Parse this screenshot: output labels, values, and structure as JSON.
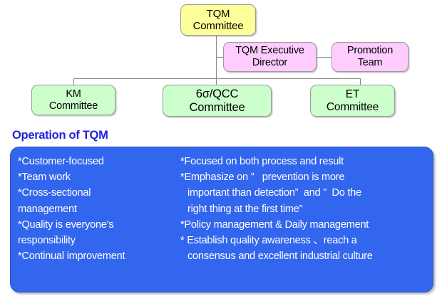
{
  "chart": {
    "nodes": [
      {
        "id": "tqm-committee",
        "label": "TQM\nCommittee",
        "color": "#ffff99"
      },
      {
        "id": "tqm-executive-director",
        "label": "TQM Executive\nDirector",
        "color": "#ffccff"
      },
      {
        "id": "promotion-team",
        "label": "Promotion\nTeam",
        "color": "#ffccff"
      },
      {
        "id": "km-committee",
        "label": "KM\nCommittee",
        "color": "#ccffcc"
      },
      {
        "id": "six-sigma-qcc-committee",
        "label": "6σ/QCC\nCommittee",
        "color": "#ccffcc"
      },
      {
        "id": "et-committee",
        "label": "ET\nCommittee",
        "color": "#ccffcc"
      }
    ]
  },
  "operation": {
    "title": "Operation of TQM",
    "panel_color": "#3366ee",
    "left_column": [
      "*Customer-focused",
      "*Team work",
      "*Cross-sectional",
      "management",
      "*Quality is everyone's",
      "responsibility",
      "*Continual improvement"
    ],
    "right_column": [
      {
        "text": "*Focused on both process and result",
        "indent": false
      },
      {
        "text": "*Emphasize on ”   prevention is more",
        "indent": false
      },
      {
        "text": "important than detection”  and ”  Do the",
        "indent": true
      },
      {
        "text": "right thing at the first time”",
        "indent": true
      },
      {
        "text": "*Policy management & Daily management",
        "indent": false
      },
      {
        "text": "* Establish quality awareness 、reach a",
        "indent": false
      },
      {
        "text": "consensus and excellent industrial culture",
        "indent": true
      }
    ]
  }
}
